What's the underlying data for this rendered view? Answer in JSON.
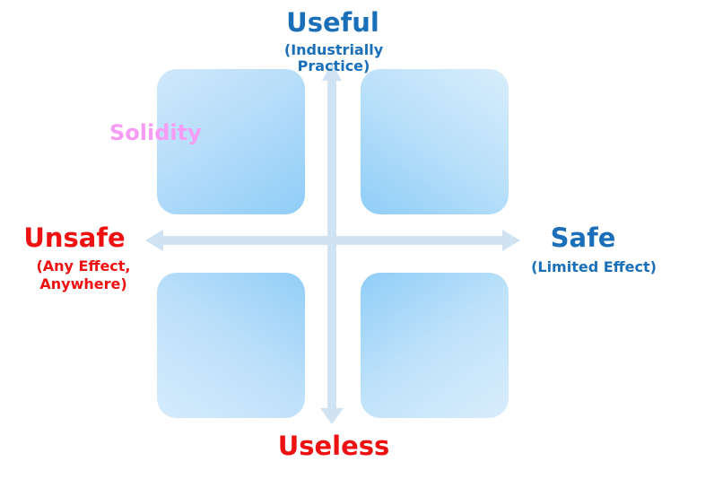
{
  "axes": {
    "top": {
      "title": "Useful",
      "subtitle_line1": "(Industrially",
      "subtitle_line2": "Practice)"
    },
    "bottom": {
      "title": "Useless"
    },
    "left": {
      "title": "Unsafe",
      "subtitle_line1": "(Any Effect,",
      "subtitle_line2": "Anywhere)"
    },
    "right": {
      "title": "Safe",
      "subtitle": "(Limited Effect)"
    }
  },
  "quadrants": {
    "top_left_label": "Solidity"
  },
  "colors": {
    "positive": "#1a6fb8",
    "negative": "#ee1111",
    "axis": "#cfe3f3",
    "quadrant_label": "#f79cf4"
  }
}
